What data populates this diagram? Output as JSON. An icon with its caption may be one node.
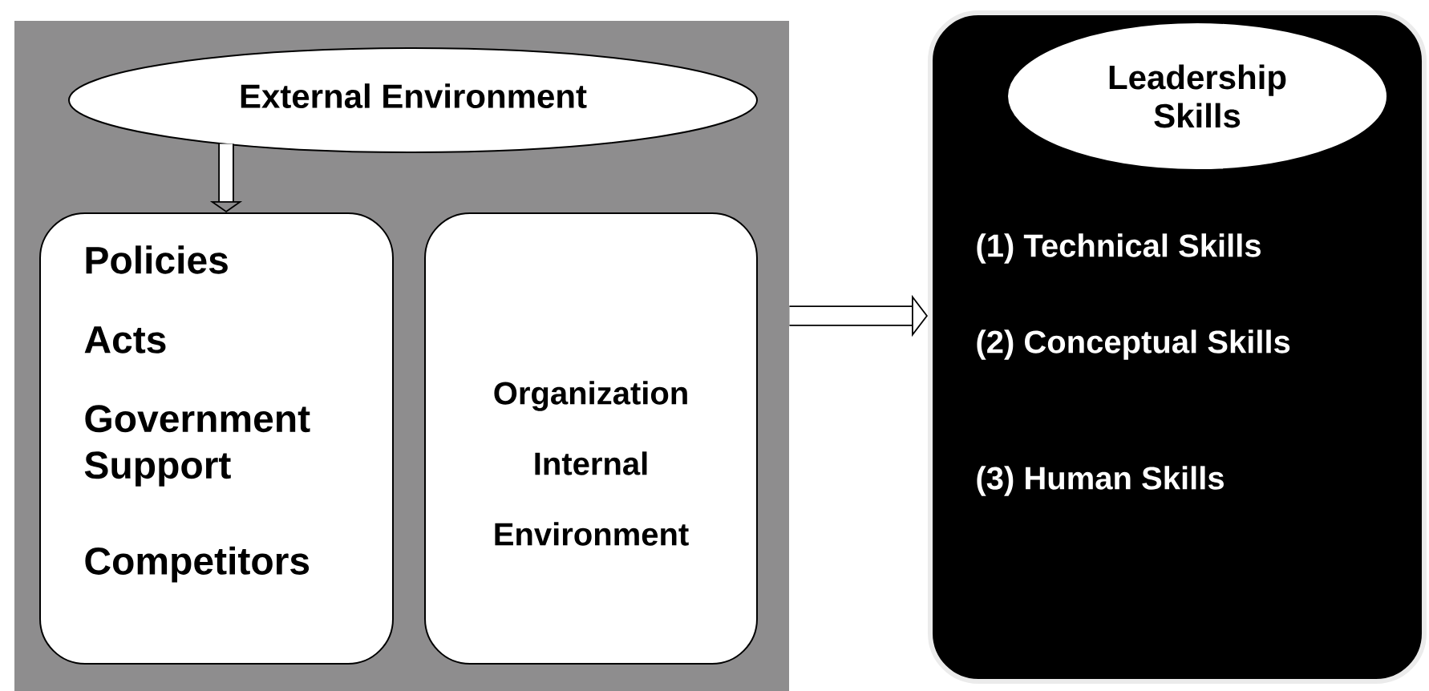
{
  "diagram": {
    "nodes": [
      {
        "text": [],
        "shape": "box"
      },
      {
        "text": [
          "External Environment"
        ],
        "in": 0
      },
      {
        "text": [
          "Policies",
          "Acts",
          "Government Support",
          "Competitors"
        ],
        "in": 0
      },
      {
        "text": [
          "Organization Internal Environment"
        ],
        "in": 0
      },
      {
        "text": [
          "(1) Technical Skills",
          "(2) Conceptual Skills",
          "(3) Human Skills"
        ]
      },
      {
        "text": [
          "Leadership Skills"
        ],
        "in": 4
      }
    ],
    "edges": [
      {
        "from": 1,
        "to": 2,
        "arrow": "to"
      },
      {
        "from": 0,
        "to": 4,
        "arrow": "to"
      }
    ]
  }
}
